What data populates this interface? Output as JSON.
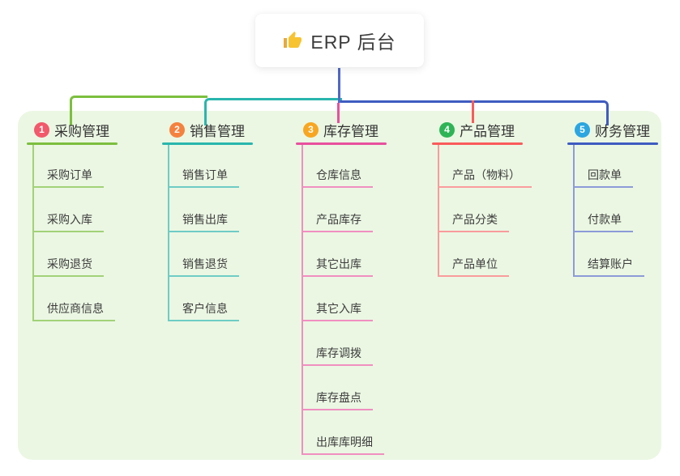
{
  "root": {
    "title": "ERP 后台",
    "icon": "thumbs-up-icon",
    "icon_color": "#f7c331"
  },
  "colors": {
    "panel_bg": "#ebf7e3",
    "root_line": "#5068c8",
    "title_text": "#333333",
    "child_text": "#3d3d3d"
  },
  "branches": [
    {
      "num": "1",
      "label": "采购管理",
      "badge_color": "#f2596a",
      "line_color": "#7cbf3e",
      "child_line_color": "#a2d278",
      "children": [
        "采购订单",
        "采购入库",
        "采购退货",
        "供应商信息"
      ]
    },
    {
      "num": "2",
      "label": "销售管理",
      "badge_color": "#f5813e",
      "line_color": "#29b6ae",
      "child_line_color": "#6fccc5",
      "children": [
        "销售订单",
        "销售出库",
        "销售退货",
        "客户信息"
      ]
    },
    {
      "num": "3",
      "label": "库存管理",
      "badge_color": "#f8a621",
      "line_color": "#e8509e",
      "child_line_color": "#f08fc0",
      "children": [
        "仓库信息",
        "产品库存",
        "其它出库",
        "其它入库",
        "库存调拨",
        "库存盘点",
        "出库库明细"
      ]
    },
    {
      "num": "4",
      "label": "产品管理",
      "badge_color": "#2eb456",
      "line_color": "#fa5b5b",
      "child_line_color": "#f99c9c",
      "children": [
        "产品（物料）",
        "产品分类",
        "产品单位"
      ]
    },
    {
      "num": "5",
      "label": "财务管理",
      "badge_color": "#2ba6e0",
      "line_color": "#3f5cc0",
      "child_line_color": "#8c9bd8",
      "children": [
        "回款单",
        "付款单",
        "结算账户"
      ]
    }
  ]
}
